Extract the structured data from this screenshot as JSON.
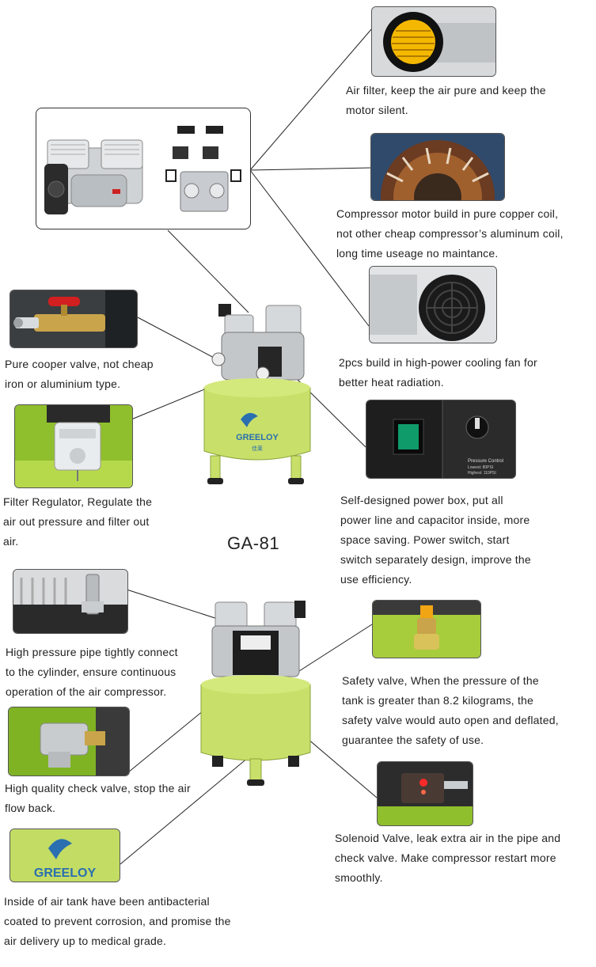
{
  "model": "GA-81",
  "brand": {
    "name": "GREELOY",
    "tagline": "佳莱",
    "color": "#2a6fb0",
    "tank_color": "#c8e06a"
  },
  "captions": {
    "air_filter": [
      "Air filter, keep the air pure and keep the",
      "motor silent."
    ],
    "motor": [
      "Compressor motor build in pure copper coil,",
      "not other cheap compressor’s aluminum coil,",
      "long time useage no maintance."
    ],
    "fan": [
      "2pcs build in high-power cooling fan for",
      "better heat radiation."
    ],
    "power_box": [
      "Self-designed power box, put all",
      "power line and capacitor inside, more",
      "space saving. Power switch, start",
      "switch separately design, improve the",
      "use efficiency."
    ],
    "valve": [
      "Pure cooper valve, not cheap",
      "iron or aluminium type."
    ],
    "filter_regulator": [
      "Filter Regulator, Regulate the",
      "air out pressure and filter out",
      "air."
    ],
    "pipe": [
      "High pressure pipe tightly connect",
      "to the cylinder, ensure continuous",
      "operation of the air compressor."
    ],
    "check_valve": [
      "High quality check valve, stop the air",
      "flow back."
    ],
    "tank": [
      "Inside of air tank have been antibacterial",
      "coated to prevent corrosion, and promise the",
      "air delivery up to medical grade."
    ],
    "safety_valve": [
      "Safety valve, When the pressure of the",
      "tank is greater than 8.2 kilograms, the",
      "safety valve would auto open and deflated,",
      "guarantee the safety of use."
    ],
    "solenoid": [
      "Solenoid Valve, leak extra air in the pipe and",
      "check valve. Make compressor restart more",
      "smoothly."
    ]
  },
  "power_box_label": {
    "line1": "Pressure Control",
    "line2": "Lowest: 80PSI",
    "line3": "Highest: 110PSI"
  }
}
